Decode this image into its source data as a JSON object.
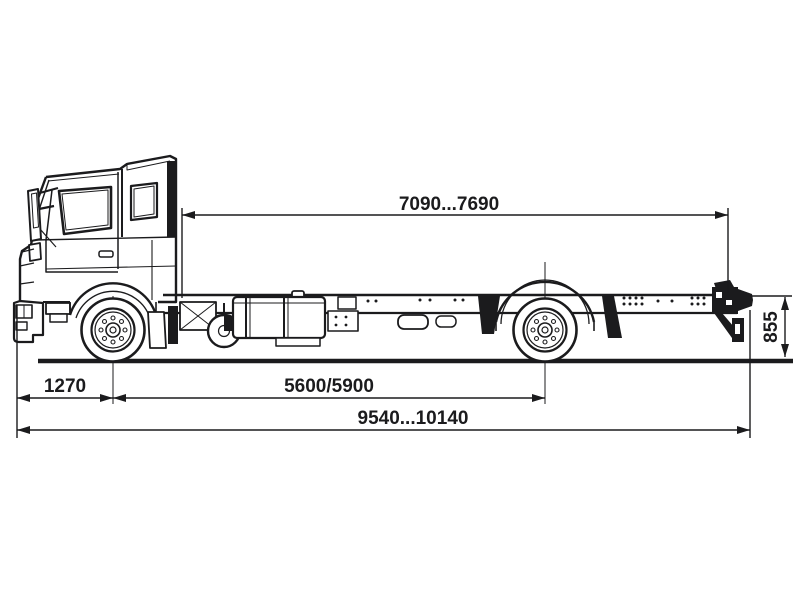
{
  "page": {
    "background_color": "#ffffff",
    "description": "Side-view dimensional line drawing of a cab-over truck chassis"
  },
  "drawing": {
    "stroke_color": "#1b1b1d",
    "parts": [
      "cab",
      "front-wheel",
      "rear-wheel",
      "chassis-frame",
      "fuel-tank",
      "muffler",
      "battery-box",
      "rear-fender",
      "tow-hitch",
      "ground-line"
    ]
  },
  "dimensions": {
    "frame_span": {
      "value": "7090...7690",
      "position": "top",
      "orientation": "horizontal"
    },
    "frame_height": {
      "value": "855",
      "position": "right",
      "orientation": "vertical"
    },
    "front_overhang": {
      "value": "1270",
      "position": "bottom-left",
      "orientation": "horizontal"
    },
    "wheelbase": {
      "value": "5600/5900",
      "position": "bottom-center",
      "orientation": "horizontal"
    },
    "overall_length": {
      "value": "9540...10140",
      "position": "bottom",
      "orientation": "horizontal"
    }
  }
}
